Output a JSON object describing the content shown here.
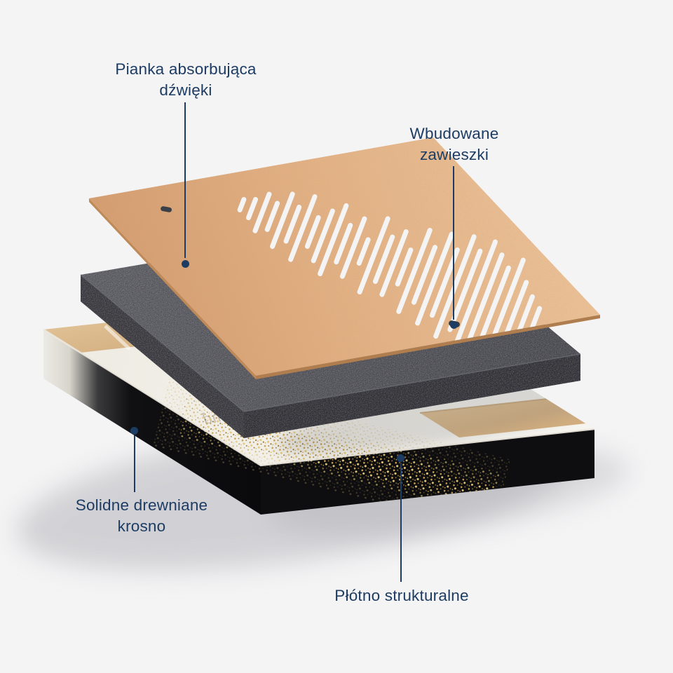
{
  "page": {
    "background": "#f4f4f5",
    "accent": "#1d3c63"
  },
  "callouts": {
    "foam": {
      "lines": [
        "Pianka absorbująca",
        "dźwięki"
      ]
    },
    "hangers": {
      "lines": [
        "Wbudowane",
        "zawieszki"
      ]
    },
    "frame": {
      "lines": [
        "Solidne drewniane",
        "krosno"
      ]
    },
    "canvas": {
      "lines": [
        "Płótno strukturalne"
      ]
    }
  },
  "diagram": {
    "board": {
      "color": "#e0ac7e",
      "slot_color": "#f4f4f5"
    },
    "foam": {
      "color": "#4c4c53"
    },
    "canvas": {
      "face_color": "#f2efe8",
      "side_color": "#0e0e10",
      "wood_color": "#d9ba8c",
      "gold_color": "#c8a050"
    },
    "soundwave_half_heights": [
      8,
      14,
      28,
      20,
      40,
      26,
      48,
      22,
      38,
      52,
      28,
      44,
      18,
      56,
      34,
      48,
      26,
      62,
      42,
      68,
      50,
      76,
      60,
      80,
      66,
      52,
      70,
      42,
      26,
      14
    ],
    "artwork_text": "Mellow your mind"
  }
}
